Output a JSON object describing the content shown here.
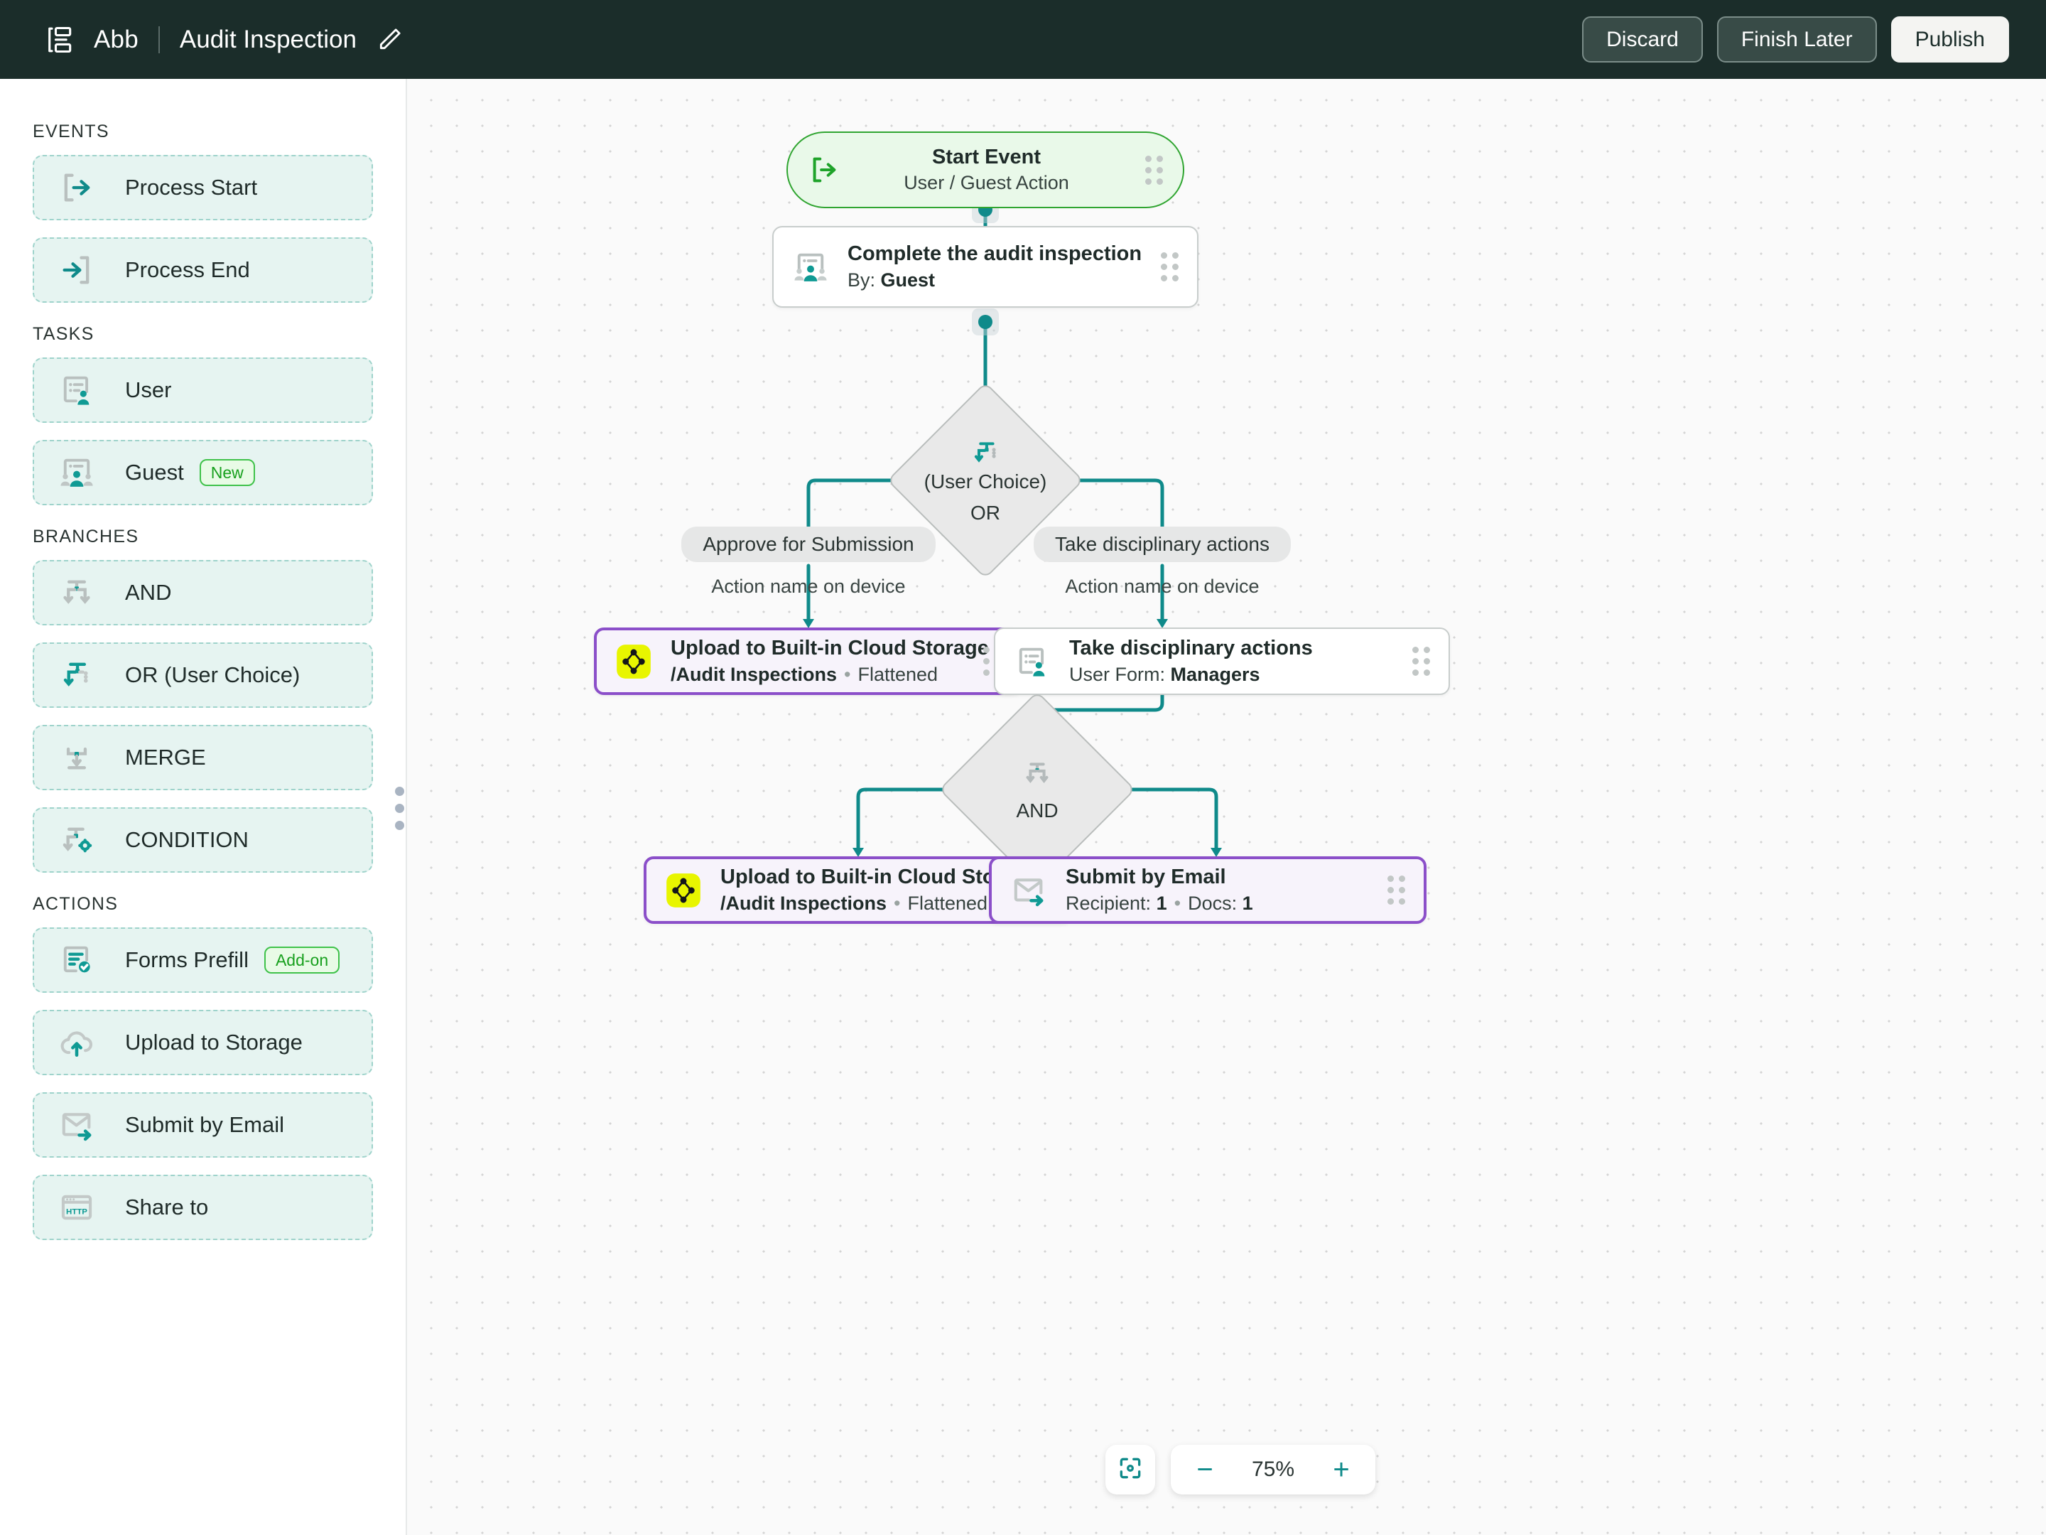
{
  "topbar": {
    "brand_icon": "flow-logo-icon",
    "brand_name": "Abb",
    "doc_title": "Audit Inspection",
    "edit_icon": "pencil-icon",
    "discard_label": "Discard",
    "finish_later_label": "Finish Later",
    "publish_label": "Publish"
  },
  "sidebar": {
    "sections": [
      {
        "title": "EVENTS",
        "items": [
          {
            "label": "Process Start",
            "icon": "process-start-icon",
            "badge": ""
          },
          {
            "label": "Process End",
            "icon": "process-end-icon",
            "badge": ""
          }
        ]
      },
      {
        "title": "TASKS",
        "items": [
          {
            "label": "User",
            "icon": "user-task-icon",
            "badge": ""
          },
          {
            "label": "Guest",
            "icon": "guest-task-icon",
            "badge": "New"
          }
        ]
      },
      {
        "title": "BRANCHES",
        "items": [
          {
            "label": "AND",
            "icon": "branch-and-icon",
            "badge": ""
          },
          {
            "label": "OR (User Choice)",
            "icon": "branch-or-icon",
            "badge": ""
          },
          {
            "label": "MERGE",
            "icon": "branch-merge-icon",
            "badge": ""
          },
          {
            "label": "CONDITION",
            "icon": "branch-condition-icon",
            "badge": ""
          }
        ]
      },
      {
        "title": "ACTIONS",
        "items": [
          {
            "label": "Forms Prefill",
            "icon": "forms-prefill-icon",
            "badge": "Add-on"
          },
          {
            "label": "Upload to Storage",
            "icon": "cloud-upload-icon",
            "badge": ""
          },
          {
            "label": "Submit by Email",
            "icon": "email-send-icon",
            "badge": ""
          },
          {
            "label": "Share to",
            "icon": "http-share-icon",
            "badge": ""
          }
        ]
      }
    ]
  },
  "canvas": {
    "nodes": {
      "start": {
        "title": "Start Event",
        "subtitle": "User / Guest Action",
        "icon": "process-start-icon"
      },
      "task_complete": {
        "title": "Complete the audit inspection",
        "sub_label": "By:",
        "sub_value": "Guest",
        "icon": "guest-task-icon"
      },
      "gateway_or": {
        "line1": "(User Choice)",
        "line2": "OR",
        "icon": "branch-or-icon"
      },
      "branch_left": {
        "chip": "Approve for Submission",
        "sub": "Action name on device"
      },
      "branch_right": {
        "chip": "Take disciplinary actions",
        "sub": "Action name on device"
      },
      "upload_left": {
        "title": "Upload to Built-in Cloud Storage",
        "path": "/Audit Inspections",
        "mode": "Flattened",
        "icon": "cloud-storage-brand-icon"
      },
      "disciplinary": {
        "title": "Take disciplinary actions",
        "sub_label": "User Form:",
        "sub_value": "Managers",
        "icon": "user-task-icon"
      },
      "gateway_and": {
        "line1": "AND",
        "icon": "branch-and-icon"
      },
      "upload_bottom": {
        "title": "Upload to Built-in Cloud Storage",
        "path": "/Audit Inspections",
        "mode": "Flattened",
        "icon": "cloud-storage-brand-icon"
      },
      "submit_email": {
        "title": "Submit by Email",
        "sub_recipient_label": "Recipient:",
        "sub_recipient_value": "1",
        "sub_docs_label": "Docs:",
        "sub_docs_value": "1",
        "icon": "email-send-icon"
      }
    }
  },
  "zoom_controls": {
    "fit_icon": "fit-to-screen-icon",
    "minus_label": "−",
    "value": "75%",
    "plus_label": "+"
  },
  "colors": {
    "topbar_bg": "#1B2D2A",
    "accent_teal": "#0f8a8a",
    "start_green": "#30a531",
    "selected_purple": "#8b4fc9",
    "sidebar_item_bg": "#e6f4f1",
    "brand_yellow": "#e8f500"
  }
}
